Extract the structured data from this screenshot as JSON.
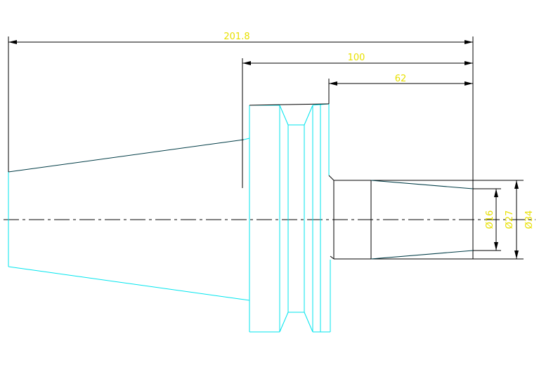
{
  "drawing": {
    "dimensions": {
      "overall_length": "201.8",
      "shank_length": "100",
      "bore_depth": "62",
      "diameter_inner": "Ø16",
      "diameter_mid": "Ø27",
      "diameter_outer": "Ø34"
    },
    "colors": {
      "background": "#ffffff",
      "outline": "#00e5ee",
      "dimension_line": "#000000",
      "dimension_text": "#e8e000",
      "dark_edge": "#003c46"
    }
  }
}
